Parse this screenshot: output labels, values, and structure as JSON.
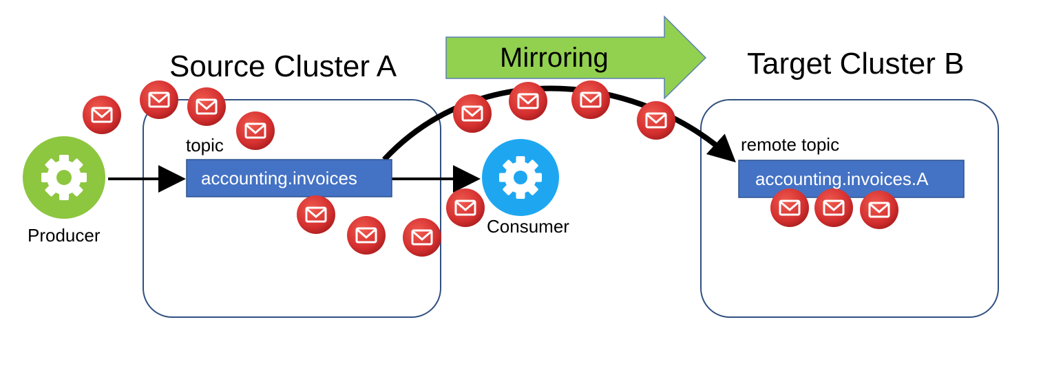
{
  "source_cluster": {
    "title": "Source Cluster A",
    "topic_label": "topic",
    "topic_name": "accounting.invoices"
  },
  "target_cluster": {
    "title": "Target Cluster B",
    "topic_label": "remote topic",
    "topic_name": "accounting.invoices.A"
  },
  "mirroring": {
    "label": "Mirroring"
  },
  "producer": {
    "label": "Producer"
  },
  "consumer": {
    "label": "Consumer"
  },
  "colors": {
    "cluster_border": "#2f4f80",
    "topic_fill": "#4472c4",
    "topic_border": "#2f528f",
    "mirroring_fill": "#92d050",
    "producer_icon": "#8dc63f",
    "consumer_icon": "#1ea7f0",
    "message_icon": "#d32f2f"
  },
  "icons": {
    "producer": "gear-icon",
    "consumer": "gear-icon",
    "message": "envelope-icon"
  }
}
